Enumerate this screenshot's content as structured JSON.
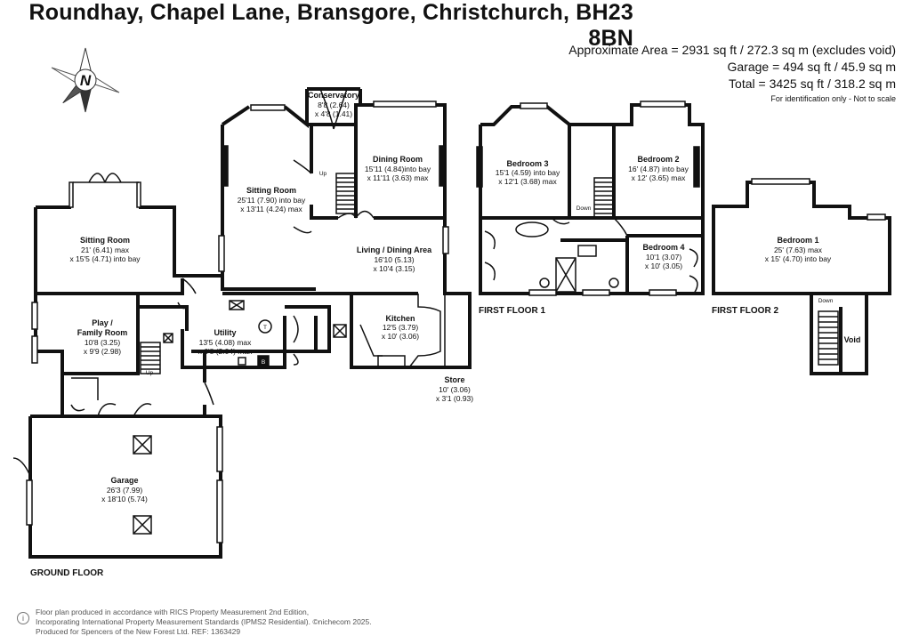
{
  "header": {
    "address": "Roundhay, Chapel Lane, Bransgore, Christchurch, BH23 8BN",
    "approx_area": "Approximate Area = 2931 sq ft / 272.3 sq m (excludes void)",
    "garage_area": "Garage = 494 sq ft / 45.9 sq m",
    "total_area": "Total = 3425 sq ft / 318.2 sq m",
    "disclaimer": "For identification only - Not to scale"
  },
  "compass": {
    "letter": "N",
    "icon": "compass-north-icon"
  },
  "floors": {
    "ground": "GROUND FLOOR",
    "first1": "FIRST FLOOR 1",
    "first2": "FIRST FLOOR 2"
  },
  "rooms": {
    "conservatory": {
      "name": "Conservatory",
      "d1": "8'8 (2.64)",
      "d2": "x 4'8 (1.41)"
    },
    "dining": {
      "name": "Dining Room",
      "d1": "15'11 (4.84)into bay",
      "d2": "x 11'11 (3.63) max"
    },
    "sitting_main": {
      "name": "Sitting Room",
      "d1": "25'11 (7.90) into bay",
      "d2": "x 13'11 (4.24) max"
    },
    "sitting_west": {
      "name": "Sitting Room",
      "d1": "21' (6.41) max",
      "d2": "x 15'5 (4.71) into bay"
    },
    "living_dining": {
      "name": "Living / Dining Area",
      "d1": "16'10 (5.13)",
      "d2": "x 10'4 (3.15)"
    },
    "play": {
      "name1": "Play /",
      "name2": "Family Room",
      "d1": "10'8 (3.25)",
      "d2": "x 9'9 (2.98)"
    },
    "utility": {
      "name": "Utility",
      "d1": "13'5 (4.08) max",
      "d2": "x 6'8 (2.04) max"
    },
    "kitchen": {
      "name": "Kitchen",
      "d1": "12'5 (3.79)",
      "d2": "x 10' (3.06)"
    },
    "store": {
      "name": "Store",
      "d1": "10' (3.06)",
      "d2": "x 3'1 (0.93)"
    },
    "garage": {
      "name": "Garage",
      "d1": "26'3 (7.99)",
      "d2": "x 18'10 (5.74)"
    },
    "bedroom3": {
      "name": "Bedroom 3",
      "d1": "15'1 (4.59) into bay",
      "d2": "x 12'1 (3.68) max"
    },
    "bedroom2": {
      "name": "Bedroom 2",
      "d1": "16' (4.87) into bay",
      "d2": "x 12' (3.65) max"
    },
    "bedroom4": {
      "name": "Bedroom 4",
      "d1": "10'1 (3.07)",
      "d2": "x 10' (3.05)"
    },
    "bedroom1": {
      "name": "Bedroom 1",
      "d1": "25' (7.63) max",
      "d2": "x 15' (4.70) into bay"
    },
    "void": {
      "name": "Void"
    }
  },
  "markers": {
    "up": "Up",
    "down": "Down",
    "t": "T",
    "b": "B"
  },
  "footer": {
    "line1": "Floor plan produced in accordance with RICS Property Measurement 2nd Edition,",
    "line2": "Incorporating International Property Measurement Standards (IPMS2 Residential).  ©nichecom 2025.",
    "line3": "Produced for Spencers of the New Forest Ltd.   REF:  1363429"
  }
}
